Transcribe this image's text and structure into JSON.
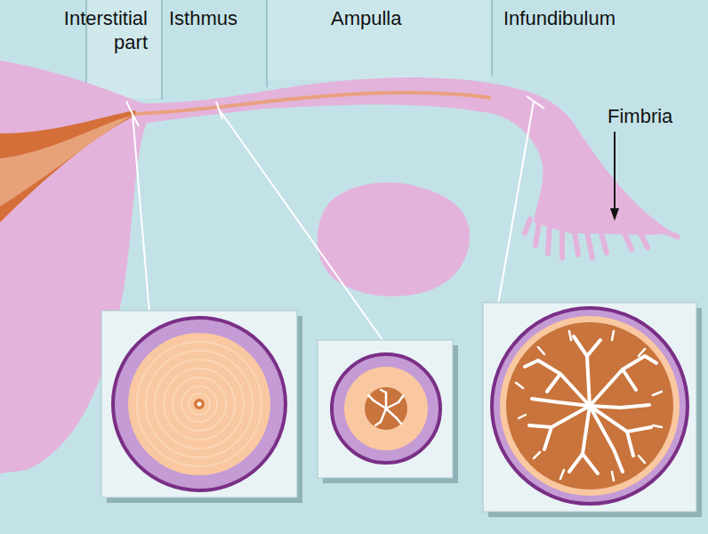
{
  "diagram": {
    "labels": [
      "Interstitial part",
      "Isthmus",
      "Ampulla",
      "Infundibulum",
      "Fimbria"
    ]
  }
}
